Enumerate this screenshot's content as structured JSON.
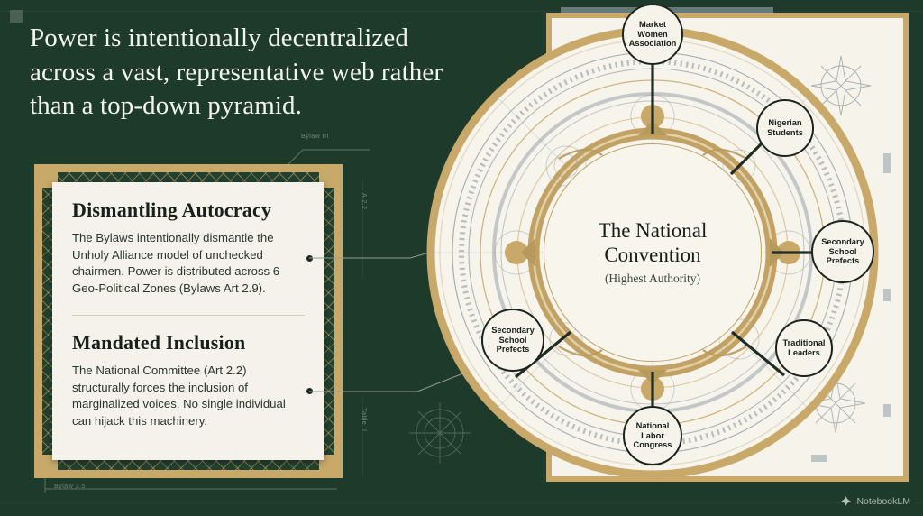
{
  "headline": "Power is intentionally decentralized across a vast, representative web rather than a top-down pyramid.",
  "colors": {
    "background": "#1e3a2b",
    "gold": "#c8a96a",
    "paper": "#f5f3ea",
    "ink": "#16201a",
    "blueprint_line": "#8fa096"
  },
  "panel": {
    "cards": [
      {
        "title": "Dismantling Autocracy",
        "body": "The Bylaws intentionally dismantle the Unholy Alliance model of unchecked chairmen. Power is distributed across 6 Geo-Political Zones (Bylaws Art 2.9)."
      },
      {
        "title": "Mandated Inclusion",
        "body": "The National Committee (Art 2.2) structurally forces the inclusion of marginalized voices. No single individual can hijack this machinery."
      }
    ]
  },
  "diagram": {
    "hub": {
      "title_line_1": "The National",
      "title_line_2": "Convention",
      "subtitle": "(Highest Authority)"
    },
    "nodes": [
      {
        "id": "market-women-association",
        "label": "Market Women Association",
        "lines": [
          "Market",
          "Women",
          "Association"
        ],
        "angle_deg": 285
      },
      {
        "id": "nigerian-students",
        "label": "Nigerian Students",
        "lines": [
          "Nigerian",
          "Students"
        ],
        "angle_deg": 326
      },
      {
        "id": "secondary-school-prefects-right",
        "label": "Secondary School Prefects",
        "lines": [
          "Secondary",
          "School",
          "Prefects"
        ],
        "angle_deg": 8
      },
      {
        "id": "traditional-leaders",
        "label": "Traditional Leaders",
        "lines": [
          "Traditional",
          "Leaders"
        ],
        "angle_deg": 45
      },
      {
        "id": "national-labor-congress",
        "label": "National Labor Congress",
        "lines": [
          "National",
          "Labor",
          "Congress"
        ],
        "angle_deg": 96
      },
      {
        "id": "secondary-school-prefects-left",
        "label": "Secondary School Prefects",
        "lines": [
          "Secondary",
          "School",
          "Prefects"
        ],
        "angle_deg": 140
      }
    ]
  },
  "blueprint_labels": {
    "top_dimension": "Bylaw III",
    "left_vertical": "A 2.2",
    "mid_vertical": "Table II",
    "bottom_dimension": "Bylaw 3.5"
  },
  "watermark": {
    "label": "NotebookLM",
    "icon": "notebooklm-spark-icon"
  }
}
